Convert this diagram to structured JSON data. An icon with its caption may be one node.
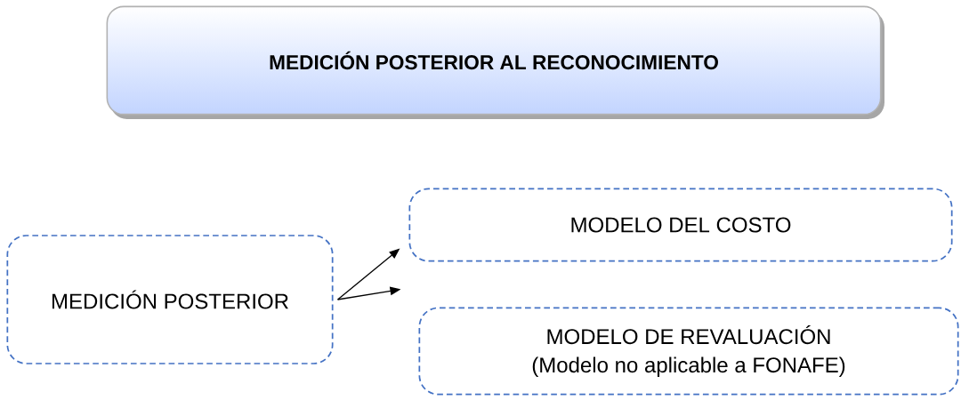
{
  "diagram": {
    "nodes": [
      {
        "text": [
          "MEDICIÓN POSTERIOR AL RECONOCIMIENTO"
        ]
      },
      {
        "text": [
          "MEDICIÓN POSTERIOR"
        ]
      },
      {
        "text": [
          "MODELO DEL COSTO"
        ]
      },
      {
        "text": [
          "MODELO DE REVALUACIÓN",
          "(Modelo no aplicable a FONAFE)"
        ]
      }
    ],
    "edges": [
      {
        "from": 1,
        "to": 2,
        "arrow": "to"
      },
      {
        "from": 1,
        "to": 3,
        "arrow": "to"
      }
    ]
  }
}
